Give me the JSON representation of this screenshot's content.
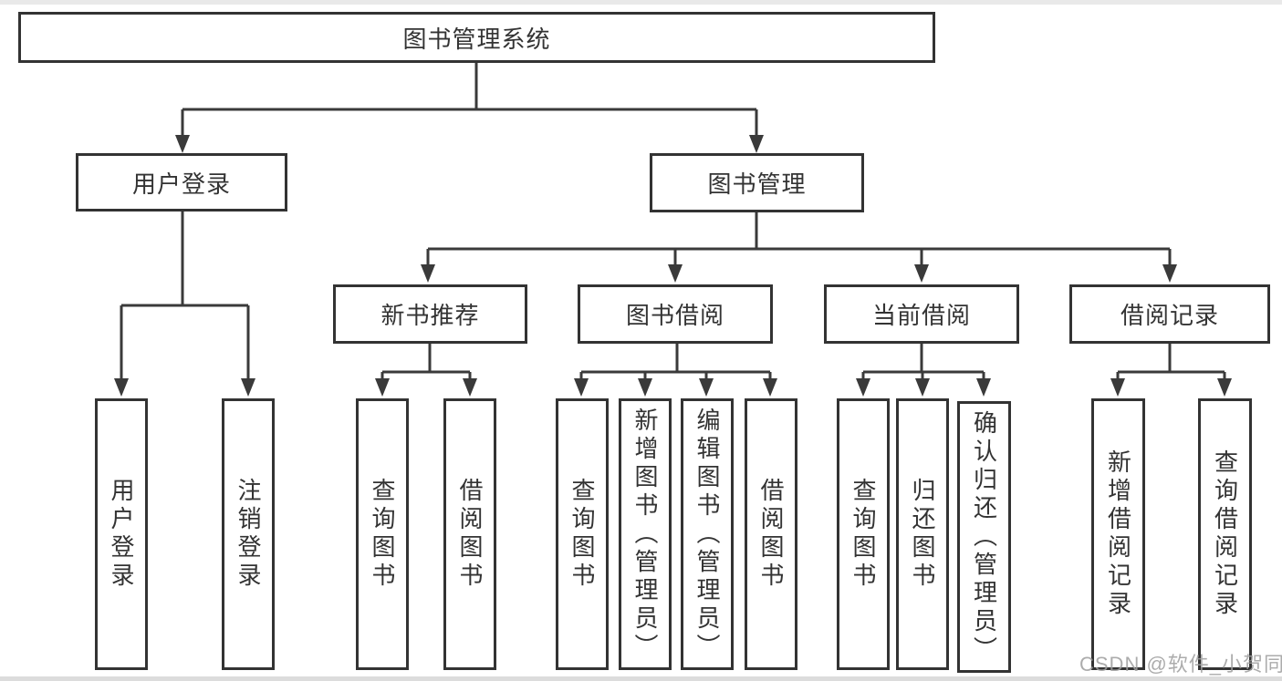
{
  "diagram": {
    "root": {
      "label": "图书管理系统"
    },
    "branches": [
      {
        "label": "用户登录",
        "children": [
          {
            "label": "用户登录"
          },
          {
            "label": "注销登录"
          }
        ]
      },
      {
        "label": "图书管理",
        "children": [
          {
            "label": "新书推荐",
            "children": [
              {
                "label": "查询图书"
              },
              {
                "label": "借阅图书"
              }
            ]
          },
          {
            "label": "图书借阅",
            "children": [
              {
                "label": "查询图书"
              },
              {
                "label": "新增图书（管理员）"
              },
              {
                "label": "编辑图书（管理员）"
              },
              {
                "label": "借阅图书"
              }
            ]
          },
          {
            "label": "当前借阅",
            "children": [
              {
                "label": "查询图书"
              },
              {
                "label": "归还图书"
              },
              {
                "label": "确认归还（管理员）"
              }
            ]
          },
          {
            "label": "借阅记录",
            "children": [
              {
                "label": "新增借阅记录"
              },
              {
                "label": "查询借阅记录"
              }
            ]
          }
        ]
      }
    ]
  },
  "watermark": {
    "text": "CSDN @软件_小贺同学"
  },
  "colors": {
    "line": "#3a3a3a",
    "box_border": "#333333",
    "text": "#333333",
    "background": "#ffffff",
    "watermark": "#9e9e9e"
  }
}
